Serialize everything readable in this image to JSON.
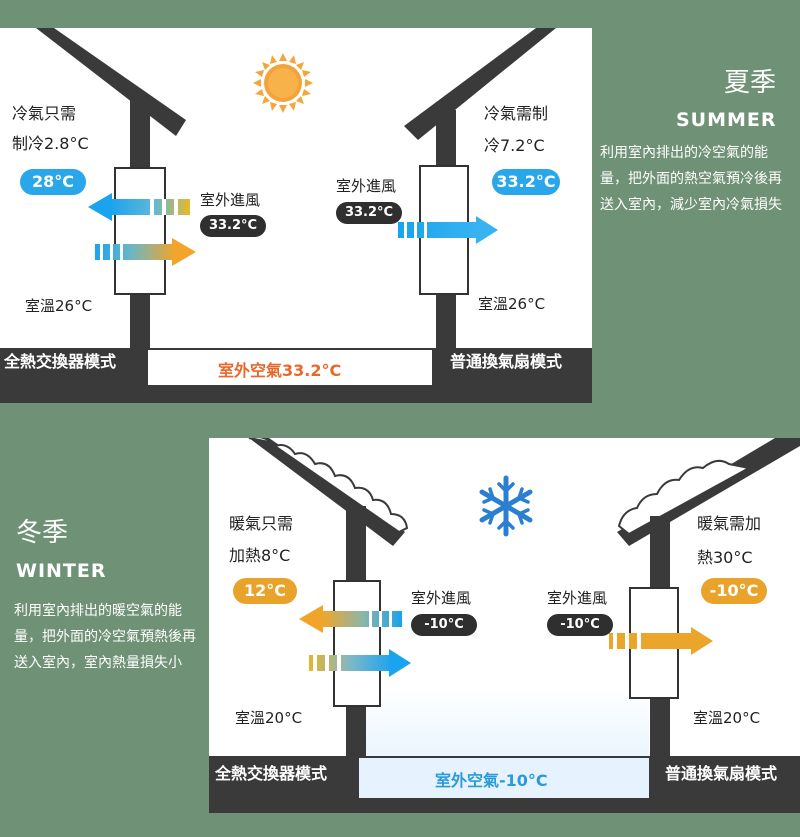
{
  "summer": {
    "title": "夏季",
    "subtitle": "SUMMER",
    "description": "利用室內排出的冷空氣的能量，把外面的熱空氣預冷後再送入室內，減少室內冷氣損失",
    "left_house": {
      "note_line1": "冷氣只需",
      "note_line2": "制冷2.8°C",
      "indoor_badge": "28°C",
      "outdoor_label": "室外進風",
      "outdoor_badge": "33.2°C",
      "room_temp": "室溫26°C",
      "mode_label": "全熱交換器模式"
    },
    "right_house": {
      "note_line1": "冷氣需制",
      "note_line2": "冷7.2°C",
      "indoor_badge": "33.2°C",
      "outdoor_label": "室外進風",
      "outdoor_badge": "33.2°C",
      "room_temp": "室溫26°C",
      "mode_label": "普通換氣扇模式"
    },
    "outdoor_air": "室外空氣33.2°C",
    "icon": "sun-icon",
    "colors": {
      "accent": "#f0a23a",
      "cool": "#2aa7ea",
      "mid_label": "#e8682c"
    }
  },
  "winter": {
    "title": "冬季",
    "subtitle": "WINTER",
    "description": "利用室內排出的暖空氣的能量，把外面的冷空氣預熱後再送入室內，室內熱量損失小",
    "left_house": {
      "note_line1": "暖氣只需",
      "note_line2": "加熱8°C",
      "indoor_badge": "12°C",
      "outdoor_label": "室外進風",
      "outdoor_badge": "-10°C",
      "room_temp": "室溫20°C",
      "mode_label": "全熱交換器模式"
    },
    "right_house": {
      "note_line1": "暖氣需加",
      "note_line2": "熱30°C",
      "indoor_badge": "-10°C",
      "outdoor_label": "室外進風",
      "outdoor_badge": "-10°C",
      "room_temp": "室溫20°C",
      "mode_label": "普通換氣扇模式"
    },
    "outdoor_air": "室外空氣-10°C",
    "icon": "snowflake-icon",
    "colors": {
      "accent": "#e9a32b",
      "cool": "#2aa7ea",
      "mid_label": "#2a9bd8"
    }
  }
}
